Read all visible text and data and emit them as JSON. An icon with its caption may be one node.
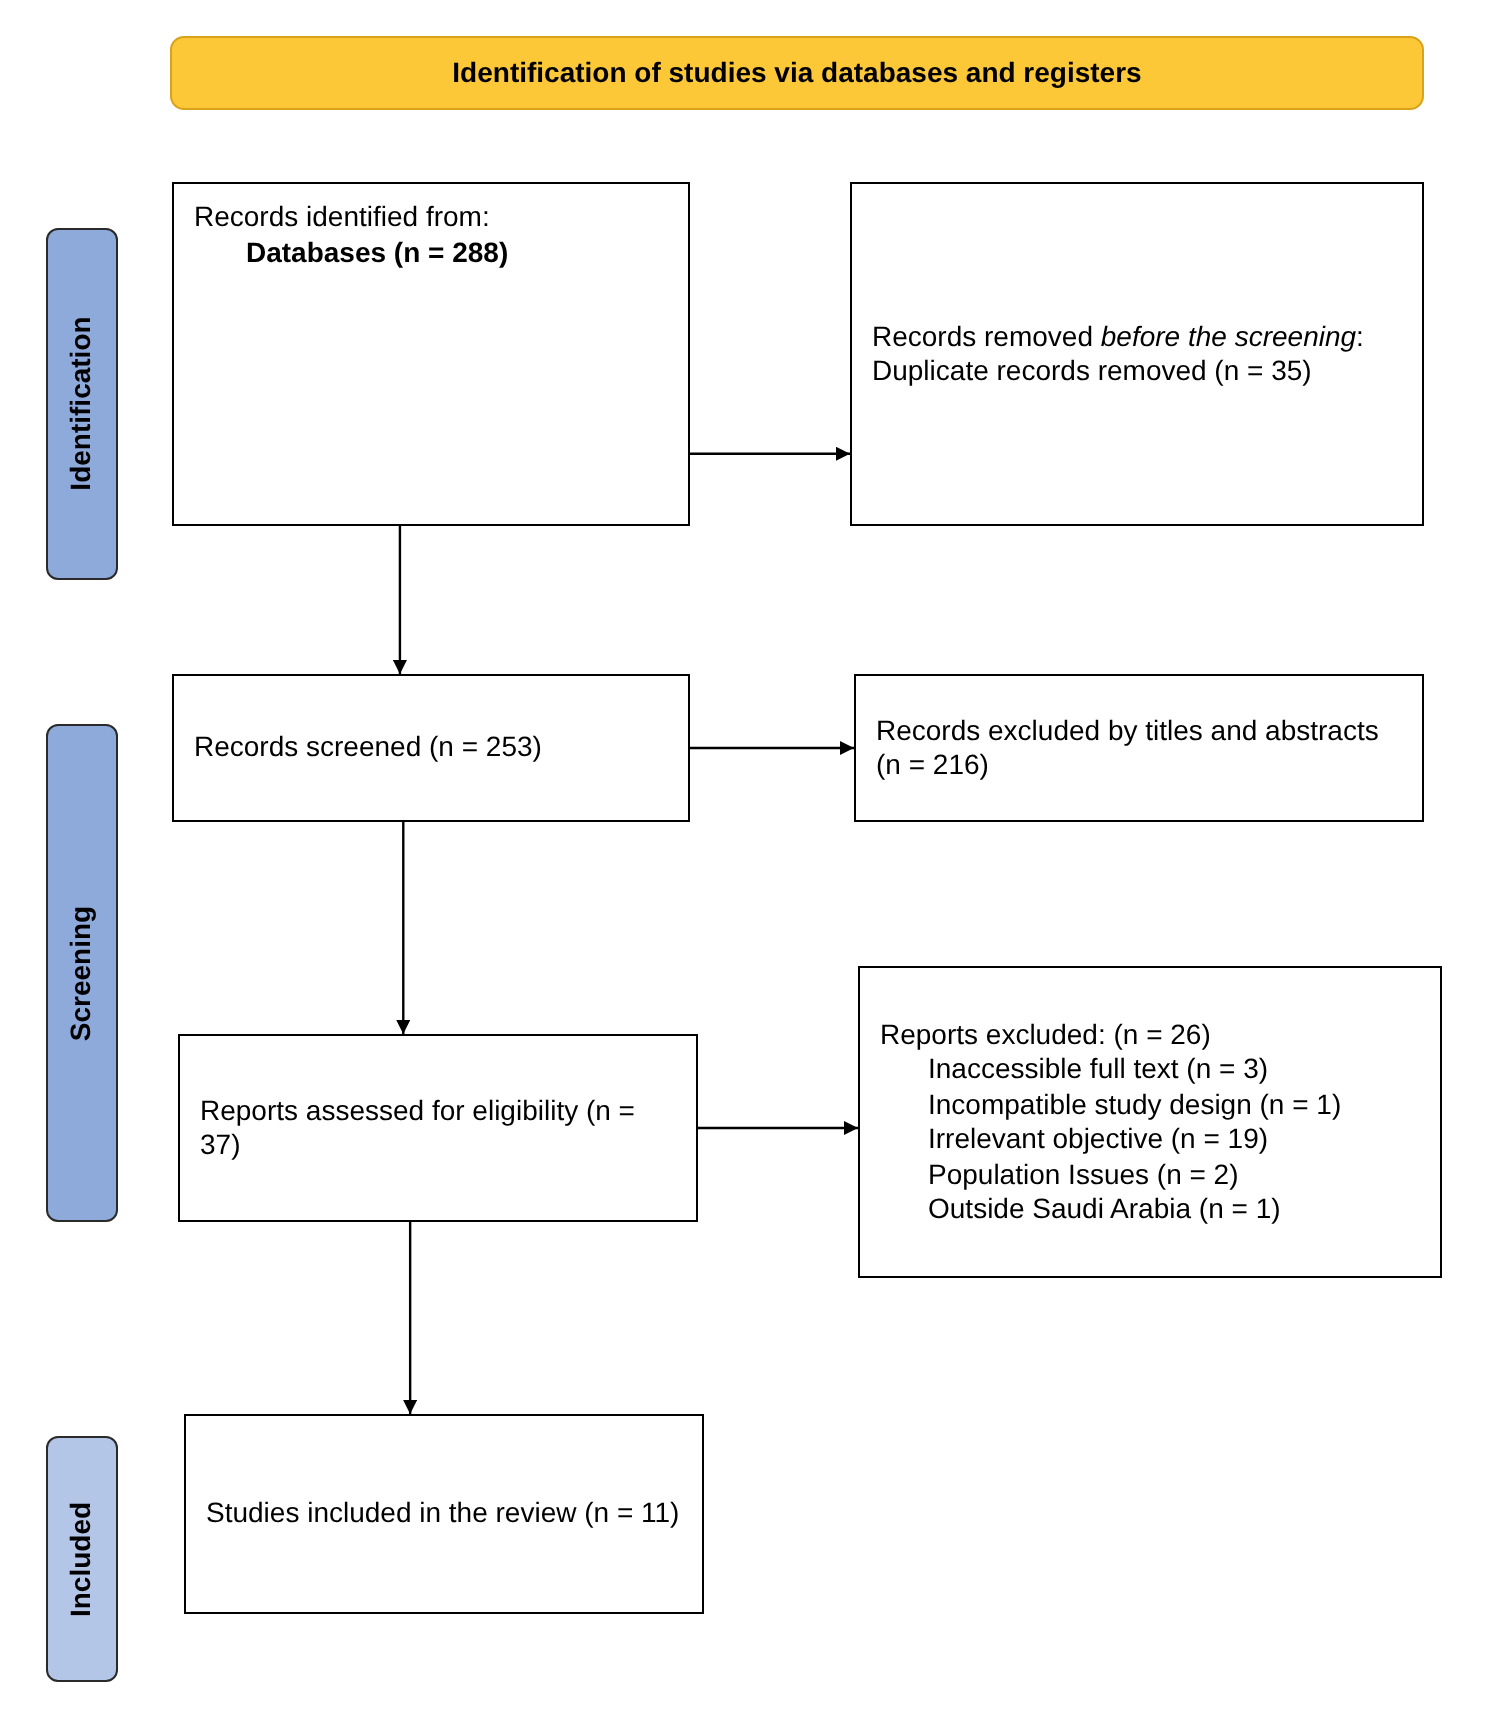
{
  "diagram": {
    "nodes": [
      {
        "text": [
          "Identification of studies via databases and registers"
        ]
      },
      {
        "text": [
          "Identification"
        ]
      },
      {
        "text": [
          "Records identified from:",
          "Databases (n = 288)"
        ]
      },
      {
        "text": [
          "Records removed *before the screening*:",
          "Duplicate records removed (n = 35)"
        ]
      },
      {
        "text": [
          "Screening"
        ]
      },
      {
        "text": [
          "Records screened (n = 253)"
        ]
      },
      {
        "text": [
          "Records excluded by titles and abstracts (n = 216)"
        ]
      },
      {
        "text": [
          "Reports assessed for eligibility (n = 37)"
        ]
      },
      {
        "text": [
          "Reports excluded: (n = 26)",
          "Inaccessible full text (n = 3)",
          "Incompatible study design (n = 1)",
          "Irrelevant objective (n = 19)",
          "Population Issues (n = 2)",
          "Outside Saudi Arabia (n = 1)"
        ]
      },
      {
        "text": [
          "Included"
        ]
      },
      {
        "text": [
          "Studies included in the review (n = 11)"
        ]
      }
    ],
    "edges": [
      {
        "from": 2,
        "to": 3,
        "arrow": "to"
      },
      {
        "from": 2,
        "to": 5,
        "arrow": "to"
      },
      {
        "from": 5,
        "to": 6,
        "arrow": "to"
      },
      {
        "from": 5,
        "to": 7,
        "arrow": "to"
      },
      {
        "from": 7,
        "to": 8,
        "arrow": "to"
      },
      {
        "from": 7,
        "to": 10,
        "arrow": "to"
      }
    ]
  }
}
